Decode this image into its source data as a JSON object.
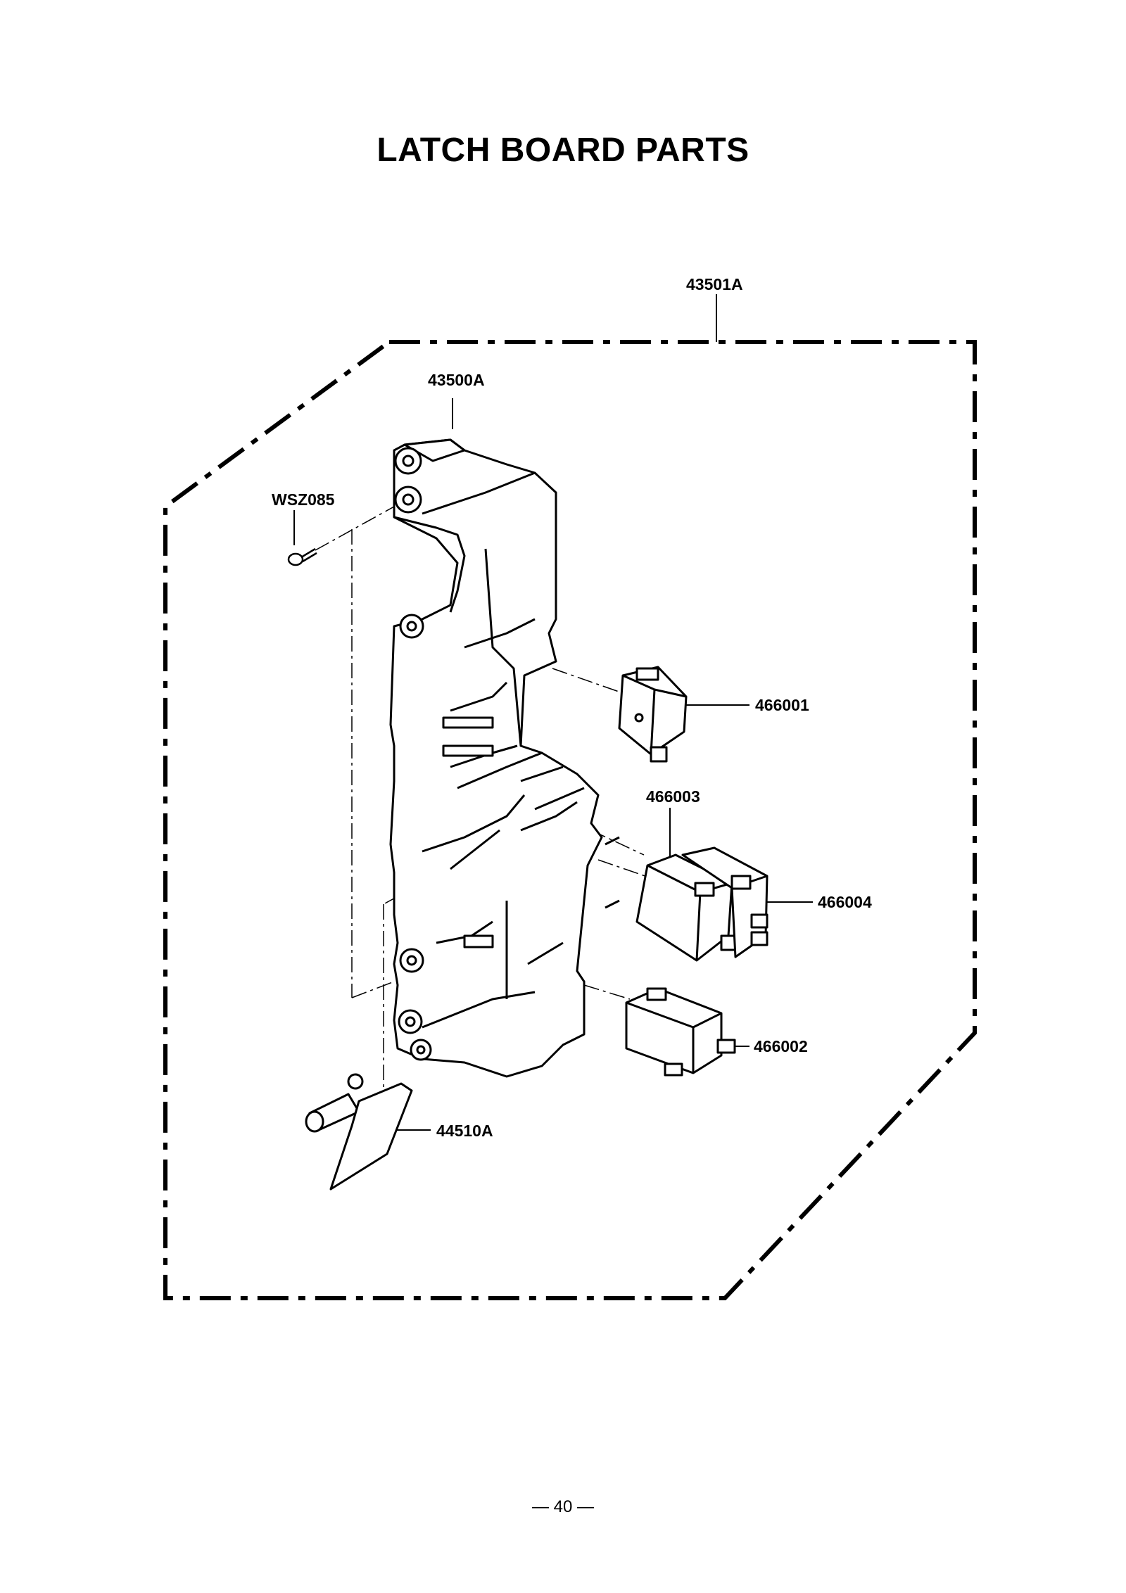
{
  "title": "LATCH BOARD PARTS",
  "parts": {
    "latch_board_assembly": "43501A",
    "latch_board": "43500A",
    "screw": "WSZ085",
    "switch_top": "466001",
    "switch_middle_left": "466003",
    "switch_middle_right": "466004",
    "switch_bottom": "466002",
    "latch_lever": "44510A"
  },
  "page_number": "— 40 —"
}
